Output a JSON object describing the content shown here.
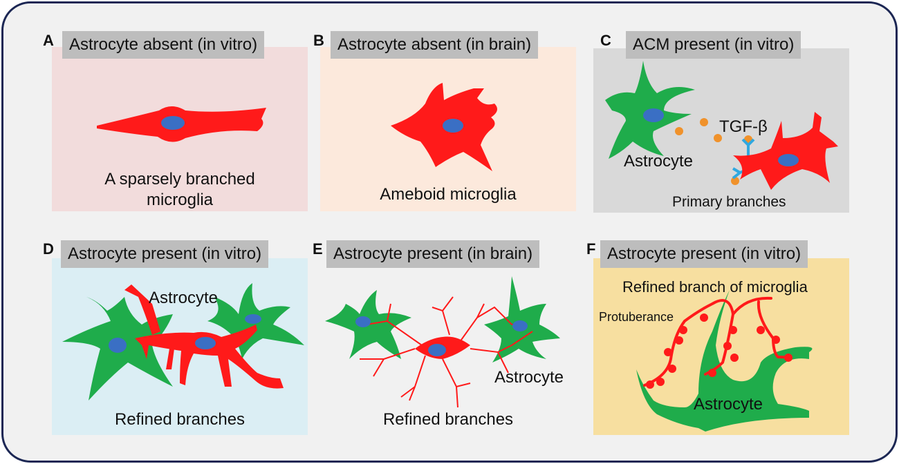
{
  "panels": [
    {
      "letter": "A",
      "title": "Astrocyte absent (in vitro)",
      "labels": [
        "A sparsely branched",
        "microglia"
      ],
      "bg": "#f2dcdc"
    },
    {
      "letter": "B",
      "title": "Astrocyte absent (in brain)",
      "labels": [
        "Ameboid microglia"
      ],
      "bg": "#fce9dc"
    },
    {
      "letter": "C",
      "title": "ACM present (in vitro)",
      "labels": [
        "Astrocyte",
        "TGF-β",
        "Primary branches"
      ],
      "bg": "#d9d9d9"
    },
    {
      "letter": "D",
      "title": "Astrocyte present (in vitro)",
      "labels": [
        "Astrocyte",
        "Refined branches"
      ],
      "bg": "#dbeef4"
    },
    {
      "letter": "E",
      "title": "Astrocyte present (in brain)",
      "labels": [
        "Astrocyte",
        "Refined branches"
      ],
      "bg": "#f1f1f1"
    },
    {
      "letter": "F",
      "title": "Astrocyte present (in vitro)",
      "labels": [
        "Refined branch of microglia",
        "Protuberance",
        "Astrocyte"
      ],
      "bg": "#f7dfa0"
    }
  ],
  "colors": {
    "microglia": "#ff1a1a",
    "astrocyte": "#1fac4b",
    "nucleus": "#3a6fc4",
    "tgf": "#f0922b",
    "receptor": "#2fa8e0",
    "border": "#1c2754"
  }
}
